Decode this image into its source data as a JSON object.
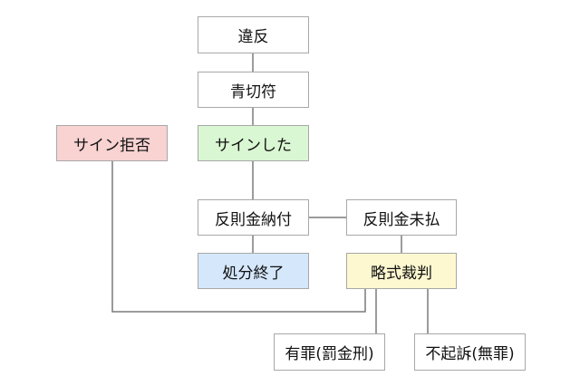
{
  "nodes": {
    "violation": {
      "label": "違反",
      "fill": "#ffffff"
    },
    "blue_ticket": {
      "label": "青切符",
      "fill": "#ffffff"
    },
    "signed": {
      "label": "サインした",
      "fill": "#d9f7d2"
    },
    "refused": {
      "label": "サイン拒否",
      "fill": "#f9d2d2"
    },
    "fine_paid": {
      "label": "反則金納付",
      "fill": "#ffffff"
    },
    "fine_unpaid": {
      "label": "反則金未払",
      "fill": "#ffffff"
    },
    "case_closed": {
      "label": "処分終了",
      "fill": "#d5e7fb"
    },
    "summary_trial": {
      "label": "略式裁判",
      "fill": "#fdf8d0"
    },
    "guilty": {
      "label": "有罪(罰金刑)",
      "fill": "#ffffff"
    },
    "not_prosecuted": {
      "label": "不起訴(無罪)",
      "fill": "#ffffff"
    }
  }
}
